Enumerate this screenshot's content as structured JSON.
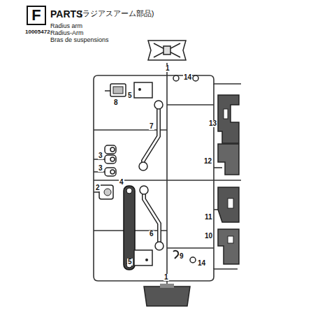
{
  "diagram": {
    "nodes": [
      {
        "text": [
          "F"
        ]
      }
    ],
    "labels": [
      "PARTS",
      "(ラジアスアーム部品)",
      "10005472",
      "Radius arm",
      "Radius-Arm",
      "Bras de suspensions",
      "1",
      "14",
      "8",
      "5",
      "7",
      "3",
      "3",
      "13",
      "12",
      "2",
      "4",
      "11",
      "6",
      "10",
      "5",
      "9",
      "14",
      "1"
    ]
  }
}
